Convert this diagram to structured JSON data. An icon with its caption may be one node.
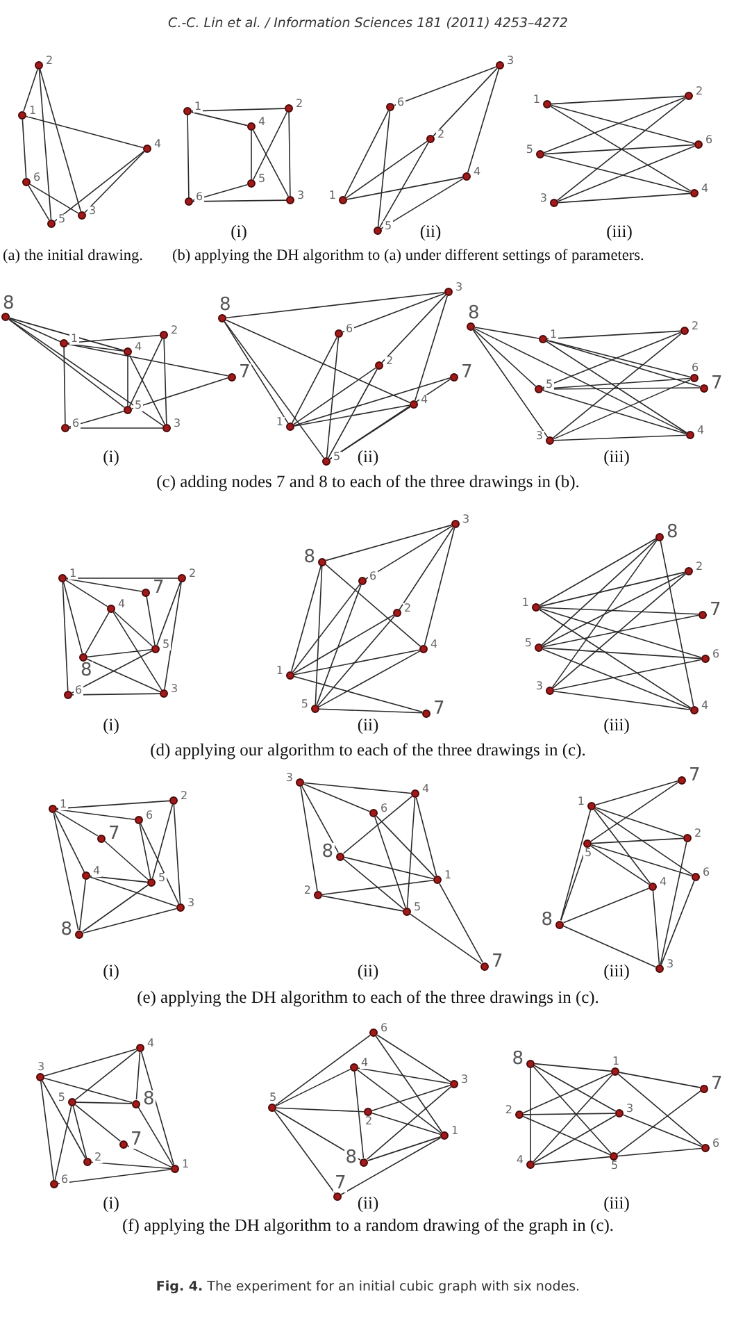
{
  "diagram": {
    "nodes": [
      {
        "text": [
          "1"
        ]
      },
      {
        "text": [
          "2"
        ]
      },
      {
        "text": [
          "3"
        ]
      },
      {
        "text": [
          "4"
        ]
      },
      {
        "text": [
          "5"
        ]
      },
      {
        "text": [
          "6"
        ]
      },
      {
        "text": [
          "1"
        ]
      },
      {
        "text": [
          "2"
        ]
      },
      {
        "text": [
          "3"
        ]
      },
      {
        "text": [
          "4"
        ]
      },
      {
        "text": [
          "5"
        ]
      },
      {
        "text": [
          "6"
        ]
      },
      {
        "text": [
          "1"
        ]
      },
      {
        "text": [
          "2"
        ]
      },
      {
        "text": [
          "3"
        ]
      },
      {
        "text": [
          "4"
        ]
      },
      {
        "text": [
          "5"
        ]
      },
      {
        "text": [
          "6"
        ]
      },
      {
        "text": [
          "1"
        ]
      },
      {
        "text": [
          "2"
        ]
      },
      {
        "text": [
          "3"
        ]
      },
      {
        "text": [
          "4"
        ]
      },
      {
        "text": [
          "5"
        ]
      },
      {
        "text": [
          "6"
        ]
      },
      {
        "text": [
          "1"
        ]
      },
      {
        "text": [
          "2"
        ]
      },
      {
        "text": [
          "3"
        ]
      },
      {
        "text": [
          "4"
        ]
      },
      {
        "text": [
          "5"
        ]
      },
      {
        "text": [
          "6"
        ]
      },
      {
        "text": [
          "7"
        ]
      },
      {
        "text": [
          "8"
        ]
      },
      {
        "text": [
          "1"
        ]
      },
      {
        "text": [
          "2"
        ]
      },
      {
        "text": [
          "3"
        ]
      },
      {
        "text": [
          "4"
        ]
      },
      {
        "text": [
          "5"
        ]
      },
      {
        "text": [
          "6"
        ]
      },
      {
        "text": [
          "7"
        ]
      },
      {
        "text": [
          "8"
        ]
      },
      {
        "text": [
          "1"
        ]
      },
      {
        "text": [
          "2"
        ]
      },
      {
        "text": [
          "3"
        ]
      },
      {
        "text": [
          "4"
        ]
      },
      {
        "text": [
          "5"
        ]
      },
      {
        "text": [
          "6"
        ]
      },
      {
        "text": [
          "7"
        ]
      },
      {
        "text": [
          "8"
        ]
      },
      {
        "text": [
          "1"
        ]
      },
      {
        "text": [
          "2"
        ]
      },
      {
        "text": [
          "3"
        ]
      },
      {
        "text": [
          "4"
        ]
      },
      {
        "text": [
          "5"
        ]
      },
      {
        "text": [
          "6"
        ]
      },
      {
        "text": [
          "7"
        ]
      },
      {
        "text": [
          "8"
        ]
      },
      {
        "text": [
          "1"
        ]
      },
      {
        "text": [
          "2"
        ]
      },
      {
        "text": [
          "3"
        ]
      },
      {
        "text": [
          "4"
        ]
      },
      {
        "text": [
          "5"
        ]
      },
      {
        "text": [
          "6"
        ]
      },
      {
        "text": [
          "7"
        ]
      },
      {
        "text": [
          "8"
        ]
      },
      {
        "text": [
          "1"
        ]
      },
      {
        "text": [
          "2"
        ]
      },
      {
        "text": [
          "3"
        ]
      },
      {
        "text": [
          "4"
        ]
      },
      {
        "text": [
          "5"
        ]
      },
      {
        "text": [
          "6"
        ]
      },
      {
        "text": [
          "7"
        ]
      },
      {
        "text": [
          "8"
        ]
      },
      {
        "text": [
          "1"
        ]
      },
      {
        "text": [
          "2"
        ]
      },
      {
        "text": [
          "3"
        ]
      },
      {
        "text": [
          "4"
        ]
      },
      {
        "text": [
          "5"
        ]
      },
      {
        "text": [
          "6"
        ]
      },
      {
        "text": [
          "7"
        ]
      },
      {
        "text": [
          "8"
        ]
      },
      {
        "text": [
          "1"
        ]
      },
      {
        "text": [
          "2"
        ]
      },
      {
        "text": [
          "3"
        ]
      },
      {
        "text": [
          "4"
        ]
      },
      {
        "text": [
          "5"
        ]
      },
      {
        "text": [
          "6"
        ]
      },
      {
        "text": [
          "7"
        ]
      },
      {
        "text": [
          "8"
        ]
      },
      {
        "text": [
          "1"
        ]
      },
      {
        "text": [
          "2"
        ]
      },
      {
        "text": [
          "3"
        ]
      },
      {
        "text": [
          "4"
        ]
      },
      {
        "text": [
          "5"
        ]
      },
      {
        "text": [
          "6"
        ]
      },
      {
        "text": [
          "7"
        ]
      },
      {
        "text": [
          "8"
        ]
      },
      {
        "text": [
          "1"
        ]
      },
      {
        "text": [
          "2"
        ]
      },
      {
        "text": [
          "3"
        ]
      },
      {
        "text": [
          "4"
        ]
      },
      {
        "text": [
          "5"
        ]
      },
      {
        "text": [
          "6"
        ]
      },
      {
        "text": [
          "7"
        ]
      },
      {
        "text": [
          "8"
        ]
      },
      {
        "text": [
          "1"
        ]
      },
      {
        "text": [
          "2"
        ]
      },
      {
        "text": [
          "3"
        ]
      },
      {
        "text": [
          "4"
        ]
      },
      {
        "text": [
          "5"
        ]
      },
      {
        "text": [
          "6"
        ]
      },
      {
        "text": [
          "7"
        ]
      },
      {
        "text": [
          "8"
        ]
      },
      {
        "text": [
          "1"
        ]
      },
      {
        "text": [
          "2"
        ]
      },
      {
        "text": [
          "3"
        ]
      },
      {
        "text": [
          "4"
        ]
      },
      {
        "text": [
          "5"
        ]
      },
      {
        "text": [
          "6"
        ]
      },
      {
        "text": [
          "7"
        ]
      },
      {
        "text": [
          "8"
        ]
      }
    ],
    "edges": [
      {
        "from": 0,
        "to": 1,
        "arrow": "none"
      },
      {
        "from": 0,
        "to": 3,
        "arrow": "none"
      },
      {
        "from": 0,
        "to": 5,
        "arrow": "none"
      },
      {
        "from": 2,
        "to": 1,
        "arrow": "none"
      },
      {
        "from": 2,
        "to": 3,
        "arrow": "none"
      },
      {
        "from": 2,
        "to": 5,
        "arrow": "none"
      },
      {
        "from": 4,
        "to": 1,
        "arrow": "none"
      },
      {
        "from": 4,
        "to": 3,
        "arrow": "none"
      },
      {
        "from": 4,
        "to": 5,
        "arrow": "none"
      },
      {
        "from": 6,
        "to": 7,
        "arrow": "none"
      },
      {
        "from": 6,
        "to": 9,
        "arrow": "none"
      },
      {
        "from": 6,
        "to": 11,
        "arrow": "none"
      },
      {
        "from": 8,
        "to": 7,
        "arrow": "none"
      },
      {
        "from": 8,
        "to": 9,
        "arrow": "none"
      },
      {
        "from": 8,
        "to": 11,
        "arrow": "none"
      },
      {
        "from": 10,
        "to": 7,
        "arrow": "none"
      },
      {
        "from": 10,
        "to": 9,
        "arrow": "none"
      },
      {
        "from": 10,
        "to": 11,
        "arrow": "none"
      },
      {
        "from": 12,
        "to": 13,
        "arrow": "none"
      },
      {
        "from": 12,
        "to": 15,
        "arrow": "none"
      },
      {
        "from": 12,
        "to": 17,
        "arrow": "none"
      },
      {
        "from": 14,
        "to": 13,
        "arrow": "none"
      },
      {
        "from": 14,
        "to": 15,
        "arrow": "none"
      },
      {
        "from": 14,
        "to": 17,
        "arrow": "none"
      },
      {
        "from": 16,
        "to": 13,
        "arrow": "none"
      },
      {
        "from": 16,
        "to": 15,
        "arrow": "none"
      },
      {
        "from": 16,
        "to": 17,
        "arrow": "none"
      },
      {
        "from": 18,
        "to": 19,
        "arrow": "none"
      },
      {
        "from": 18,
        "to": 21,
        "arrow": "none"
      },
      {
        "from": 18,
        "to": 23,
        "arrow": "none"
      },
      {
        "from": 20,
        "to": 19,
        "arrow": "none"
      },
      {
        "from": 20,
        "to": 21,
        "arrow": "none"
      },
      {
        "from": 20,
        "to": 23,
        "arrow": "none"
      },
      {
        "from": 22,
        "to": 19,
        "arrow": "none"
      },
      {
        "from": 22,
        "to": 21,
        "arrow": "none"
      },
      {
        "from": 22,
        "to": 23,
        "arrow": "none"
      },
      {
        "from": 24,
        "to": 25,
        "arrow": "none"
      },
      {
        "from": 24,
        "to": 27,
        "arrow": "none"
      },
      {
        "from": 24,
        "to": 29,
        "arrow": "none"
      },
      {
        "from": 26,
        "to": 25,
        "arrow": "none"
      },
      {
        "from": 26,
        "to": 27,
        "arrow": "none"
      },
      {
        "from": 26,
        "to": 29,
        "arrow": "none"
      },
      {
        "from": 28,
        "to": 25,
        "arrow": "none"
      },
      {
        "from": 28,
        "to": 27,
        "arrow": "none"
      },
      {
        "from": 28,
        "to": 29,
        "arrow": "none"
      },
      {
        "from": 30,
        "to": 24,
        "arrow": "none"
      },
      {
        "from": 30,
        "to": 28,
        "arrow": "none"
      },
      {
        "from": 31,
        "to": 24,
        "arrow": "none"
      },
      {
        "from": 31,
        "to": 26,
        "arrow": "none"
      },
      {
        "from": 31,
        "to": 27,
        "arrow": "none"
      },
      {
        "from": 31,
        "to": 28,
        "arrow": "none"
      },
      {
        "from": 32,
        "to": 33,
        "arrow": "none"
      },
      {
        "from": 32,
        "to": 35,
        "arrow": "none"
      },
      {
        "from": 32,
        "to": 37,
        "arrow": "none"
      },
      {
        "from": 34,
        "to": 33,
        "arrow": "none"
      },
      {
        "from": 34,
        "to": 35,
        "arrow": "none"
      },
      {
        "from": 34,
        "to": 37,
        "arrow": "none"
      },
      {
        "from": 36,
        "to": 33,
        "arrow": "none"
      },
      {
        "from": 36,
        "to": 35,
        "arrow": "none"
      },
      {
        "from": 36,
        "to": 37,
        "arrow": "none"
      },
      {
        "from": 38,
        "to": 32,
        "arrow": "none"
      },
      {
        "from": 38,
        "to": 36,
        "arrow": "none"
      },
      {
        "from": 39,
        "to": 32,
        "arrow": "none"
      },
      {
        "from": 39,
        "to": 34,
        "arrow": "none"
      },
      {
        "from": 39,
        "to": 35,
        "arrow": "none"
      },
      {
        "from": 39,
        "to": 36,
        "arrow": "none"
      },
      {
        "from": 40,
        "to": 41,
        "arrow": "none"
      },
      {
        "from": 40,
        "to": 43,
        "arrow": "none"
      },
      {
        "from": 40,
        "to": 45,
        "arrow": "none"
      },
      {
        "from": 42,
        "to": 41,
        "arrow": "none"
      },
      {
        "from": 42,
        "to": 43,
        "arrow": "none"
      },
      {
        "from": 42,
        "to": 45,
        "arrow": "none"
      },
      {
        "from": 44,
        "to": 41,
        "arrow": "none"
      },
      {
        "from": 44,
        "to": 43,
        "arrow": "none"
      },
      {
        "from": 44,
        "to": 45,
        "arrow": "none"
      },
      {
        "from": 46,
        "to": 40,
        "arrow": "none"
      },
      {
        "from": 46,
        "to": 44,
        "arrow": "none"
      },
      {
        "from": 47,
        "to": 40,
        "arrow": "none"
      },
      {
        "from": 47,
        "to": 42,
        "arrow": "none"
      },
      {
        "from": 47,
        "to": 43,
        "arrow": "none"
      },
      {
        "from": 47,
        "to": 44,
        "arrow": "none"
      },
      {
        "from": 48,
        "to": 49,
        "arrow": "none"
      },
      {
        "from": 48,
        "to": 51,
        "arrow": "none"
      },
      {
        "from": 48,
        "to": 53,
        "arrow": "none"
      },
      {
        "from": 50,
        "to": 49,
        "arrow": "none"
      },
      {
        "from": 50,
        "to": 51,
        "arrow": "none"
      },
      {
        "from": 50,
        "to": 53,
        "arrow": "none"
      },
      {
        "from": 52,
        "to": 49,
        "arrow": "none"
      },
      {
        "from": 52,
        "to": 51,
        "arrow": "none"
      },
      {
        "from": 52,
        "to": 53,
        "arrow": "none"
      },
      {
        "from": 54,
        "to": 48,
        "arrow": "none"
      },
      {
        "from": 54,
        "to": 52,
        "arrow": "none"
      },
      {
        "from": 55,
        "to": 48,
        "arrow": "none"
      },
      {
        "from": 55,
        "to": 50,
        "arrow": "none"
      },
      {
        "from": 55,
        "to": 51,
        "arrow": "none"
      },
      {
        "from": 55,
        "to": 52,
        "arrow": "none"
      },
      {
        "from": 56,
        "to": 57,
        "arrow": "none"
      },
      {
        "from": 56,
        "to": 59,
        "arrow": "none"
      },
      {
        "from": 56,
        "to": 61,
        "arrow": "none"
      },
      {
        "from": 58,
        "to": 57,
        "arrow": "none"
      },
      {
        "from": 58,
        "to": 59,
        "arrow": "none"
      },
      {
        "from": 58,
        "to": 61,
        "arrow": "none"
      },
      {
        "from": 60,
        "to": 57,
        "arrow": "none"
      },
      {
        "from": 60,
        "to": 59,
        "arrow": "none"
      },
      {
        "from": 60,
        "to": 61,
        "arrow": "none"
      },
      {
        "from": 62,
        "to": 56,
        "arrow": "none"
      },
      {
        "from": 62,
        "to": 60,
        "arrow": "none"
      },
      {
        "from": 63,
        "to": 56,
        "arrow": "none"
      },
      {
        "from": 63,
        "to": 58,
        "arrow": "none"
      },
      {
        "from": 63,
        "to": 59,
        "arrow": "none"
      },
      {
        "from": 63,
        "to": 60,
        "arrow": "none"
      },
      {
        "from": 64,
        "to": 65,
        "arrow": "none"
      },
      {
        "from": 64,
        "to": 67,
        "arrow": "none"
      },
      {
        "from": 64,
        "to": 69,
        "arrow": "none"
      },
      {
        "from": 66,
        "to": 65,
        "arrow": "none"
      },
      {
        "from": 66,
        "to": 67,
        "arrow": "none"
      },
      {
        "from": 66,
        "to": 69,
        "arrow": "none"
      },
      {
        "from": 68,
        "to": 65,
        "arrow": "none"
      },
      {
        "from": 68,
        "to": 67,
        "arrow": "none"
      },
      {
        "from": 68,
        "to": 69,
        "arrow": "none"
      },
      {
        "from": 70,
        "to": 64,
        "arrow": "none"
      },
      {
        "from": 70,
        "to": 68,
        "arrow": "none"
      },
      {
        "from": 71,
        "to": 64,
        "arrow": "none"
      },
      {
        "from": 71,
        "to": 66,
        "arrow": "none"
      },
      {
        "from": 71,
        "to": 67,
        "arrow": "none"
      },
      {
        "from": 71,
        "to": 68,
        "arrow": "none"
      },
      {
        "from": 72,
        "to": 73,
        "arrow": "none"
      },
      {
        "from": 72,
        "to": 75,
        "arrow": "none"
      },
      {
        "from": 72,
        "to": 77,
        "arrow": "none"
      },
      {
        "from": 74,
        "to": 73,
        "arrow": "none"
      },
      {
        "from": 74,
        "to": 75,
        "arrow": "none"
      },
      {
        "from": 74,
        "to": 77,
        "arrow": "none"
      },
      {
        "from": 76,
        "to": 73,
        "arrow": "none"
      },
      {
        "from": 76,
        "to": 75,
        "arrow": "none"
      },
      {
        "from": 76,
        "to": 77,
        "arrow": "none"
      },
      {
        "from": 78,
        "to": 72,
        "arrow": "none"
      },
      {
        "from": 78,
        "to": 76,
        "arrow": "none"
      },
      {
        "from": 79,
        "to": 72,
        "arrow": "none"
      },
      {
        "from": 79,
        "to": 74,
        "arrow": "none"
      },
      {
        "from": 79,
        "to": 75,
        "arrow": "none"
      },
      {
        "from": 79,
        "to": 76,
        "arrow": "none"
      },
      {
        "from": 80,
        "to": 81,
        "arrow": "none"
      },
      {
        "from": 80,
        "to": 83,
        "arrow": "none"
      },
      {
        "from": 80,
        "to": 85,
        "arrow": "none"
      },
      {
        "from": 82,
        "to": 81,
        "arrow": "none"
      },
      {
        "from": 82,
        "to": 83,
        "arrow": "none"
      },
      {
        "from": 82,
        "to": 85,
        "arrow": "none"
      },
      {
        "from": 84,
        "to": 81,
        "arrow": "none"
      },
      {
        "from": 84,
        "to": 83,
        "arrow": "none"
      },
      {
        "from": 84,
        "to": 85,
        "arrow": "none"
      },
      {
        "from": 86,
        "to": 80,
        "arrow": "none"
      },
      {
        "from": 86,
        "to": 84,
        "arrow": "none"
      },
      {
        "from": 87,
        "to": 80,
        "arrow": "none"
      },
      {
        "from": 87,
        "to": 82,
        "arrow": "none"
      },
      {
        "from": 87,
        "to": 83,
        "arrow": "none"
      },
      {
        "from": 87,
        "to": 84,
        "arrow": "none"
      },
      {
        "from": 88,
        "to": 89,
        "arrow": "none"
      },
      {
        "from": 88,
        "to": 91,
        "arrow": "none"
      },
      {
        "from": 88,
        "to": 93,
        "arrow": "none"
      },
      {
        "from": 90,
        "to": 89,
        "arrow": "none"
      },
      {
        "from": 90,
        "to": 91,
        "arrow": "none"
      },
      {
        "from": 90,
        "to": 93,
        "arrow": "none"
      },
      {
        "from": 92,
        "to": 89,
        "arrow": "none"
      },
      {
        "from": 92,
        "to": 91,
        "arrow": "none"
      },
      {
        "from": 92,
        "to": 93,
        "arrow": "none"
      },
      {
        "from": 94,
        "to": 88,
        "arrow": "none"
      },
      {
        "from": 94,
        "to": 92,
        "arrow": "none"
      },
      {
        "from": 95,
        "to": 88,
        "arrow": "none"
      },
      {
        "from": 95,
        "to": 90,
        "arrow": "none"
      },
      {
        "from": 95,
        "to": 91,
        "arrow": "none"
      },
      {
        "from": 95,
        "to": 92,
        "arrow": "none"
      },
      {
        "from": 96,
        "to": 97,
        "arrow": "none"
      },
      {
        "from": 96,
        "to": 99,
        "arrow": "none"
      },
      {
        "from": 96,
        "to": 101,
        "arrow": "none"
      },
      {
        "from": 98,
        "to": 97,
        "arrow": "none"
      },
      {
        "from": 98,
        "to": 99,
        "arrow": "none"
      },
      {
        "from": 98,
        "to": 101,
        "arrow": "none"
      },
      {
        "from": 100,
        "to": 97,
        "arrow": "none"
      },
      {
        "from": 100,
        "to": 99,
        "arrow": "none"
      },
      {
        "from": 100,
        "to": 101,
        "arrow": "none"
      },
      {
        "from": 102,
        "to": 96,
        "arrow": "none"
      },
      {
        "from": 102,
        "to": 100,
        "arrow": "none"
      },
      {
        "from": 103,
        "to": 96,
        "arrow": "none"
      },
      {
        "from": 103,
        "to": 98,
        "arrow": "none"
      },
      {
        "from": 103,
        "to": 99,
        "arrow": "none"
      },
      {
        "from": 103,
        "to": 100,
        "arrow": "none"
      },
      {
        "from": 104,
        "to": 105,
        "arrow": "none"
      },
      {
        "from": 104,
        "to": 107,
        "arrow": "none"
      },
      {
        "from": 104,
        "to": 109,
        "arrow": "none"
      },
      {
        "from": 106,
        "to": 105,
        "arrow": "none"
      },
      {
        "from": 106,
        "to": 107,
        "arrow": "none"
      },
      {
        "from": 106,
        "to": 109,
        "arrow": "none"
      },
      {
        "from": 108,
        "to": 105,
        "arrow": "none"
      },
      {
        "from": 108,
        "to": 107,
        "arrow": "none"
      },
      {
        "from": 108,
        "to": 109,
        "arrow": "none"
      },
      {
        "from": 110,
        "to": 104,
        "arrow": "none"
      },
      {
        "from": 110,
        "to": 108,
        "arrow": "none"
      },
      {
        "from": 111,
        "to": 104,
        "arrow": "none"
      },
      {
        "from": 111,
        "to": 106,
        "arrow": "none"
      },
      {
        "from": 111,
        "to": 107,
        "arrow": "none"
      },
      {
        "from": 111,
        "to": 108,
        "arrow": "none"
      },
      {
        "from": 112,
        "to": 113,
        "arrow": "none"
      },
      {
        "from": 112,
        "to": 115,
        "arrow": "none"
      },
      {
        "from": 112,
        "to": 117,
        "arrow": "none"
      },
      {
        "from": 114,
        "to": 113,
        "arrow": "none"
      },
      {
        "from": 114,
        "to": 115,
        "arrow": "none"
      },
      {
        "from": 114,
        "to": 117,
        "arrow": "none"
      },
      {
        "from": 116,
        "to": 113,
        "arrow": "none"
      },
      {
        "from": 116,
        "to": 115,
        "arrow": "none"
      },
      {
        "from": 116,
        "to": 117,
        "arrow": "none"
      },
      {
        "from": 118,
        "to": 112,
        "arrow": "none"
      },
      {
        "from": 118,
        "to": 116,
        "arrow": "none"
      },
      {
        "from": 119,
        "to": 112,
        "arrow": "none"
      },
      {
        "from": 119,
        "to": 114,
        "arrow": "none"
      },
      {
        "from": 119,
        "to": 115,
        "arrow": "none"
      },
      {
        "from": 119,
        "to": 116,
        "arrow": "none"
      }
    ],
    "labels": [
      "C.-C. Lin et al. / Information Sciences 181 (2011) 4253–4272",
      "(i)",
      "(ii)",
      "(iii)",
      "(a) the initial drawing.",
      "(b) applying the DH algorithm to (a) under different settings of parameters.",
      "(i)",
      "(ii)",
      "(iii)",
      "(c) adding nodes 7 and 8 to each of the three drawings in (b).",
      "(i)",
      "(ii)",
      "(iii)",
      "(d) applying our algorithm to each of the three drawings in (c).",
      "(i)",
      "(ii)",
      "(iii)",
      "(e) applying the DH algorithm to each of the three drawings in (c).",
      "(i)",
      "(ii)",
      "(iii)",
      "(f) applying the DH algorithm to a random drawing of the graph in (c).",
      "**Fig. 4.** The experiment for an initial cubic graph with six nodes."
    ]
  }
}
